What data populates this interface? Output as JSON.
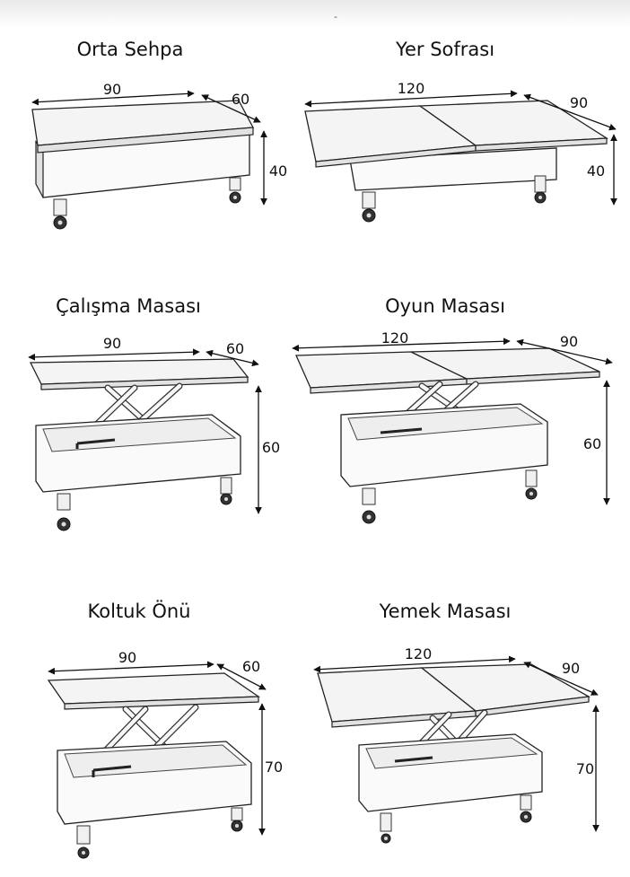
{
  "configs": [
    {
      "id": "orta-sehpa",
      "title": "Orta Sehpa",
      "width": "90",
      "depth": "60",
      "height": "40"
    },
    {
      "id": "yer-sofrasi",
      "title": "Yer Sofrası",
      "width": "120",
      "depth": "90",
      "height": "40"
    },
    {
      "id": "calisma-masasi",
      "title": "Çalışma Masası",
      "width": "90",
      "depth": "60",
      "height": "60"
    },
    {
      "id": "oyun-masasi",
      "title": "Oyun Masası",
      "width": "120",
      "depth": "90",
      "height": "60"
    },
    {
      "id": "koltuk-onu",
      "title": "Koltuk Önü",
      "width": "90",
      "depth": "60",
      "height": "70"
    },
    {
      "id": "yemek-masasi",
      "title": "Yemek Masası",
      "width": "120",
      "depth": "90",
      "height": "70"
    }
  ]
}
